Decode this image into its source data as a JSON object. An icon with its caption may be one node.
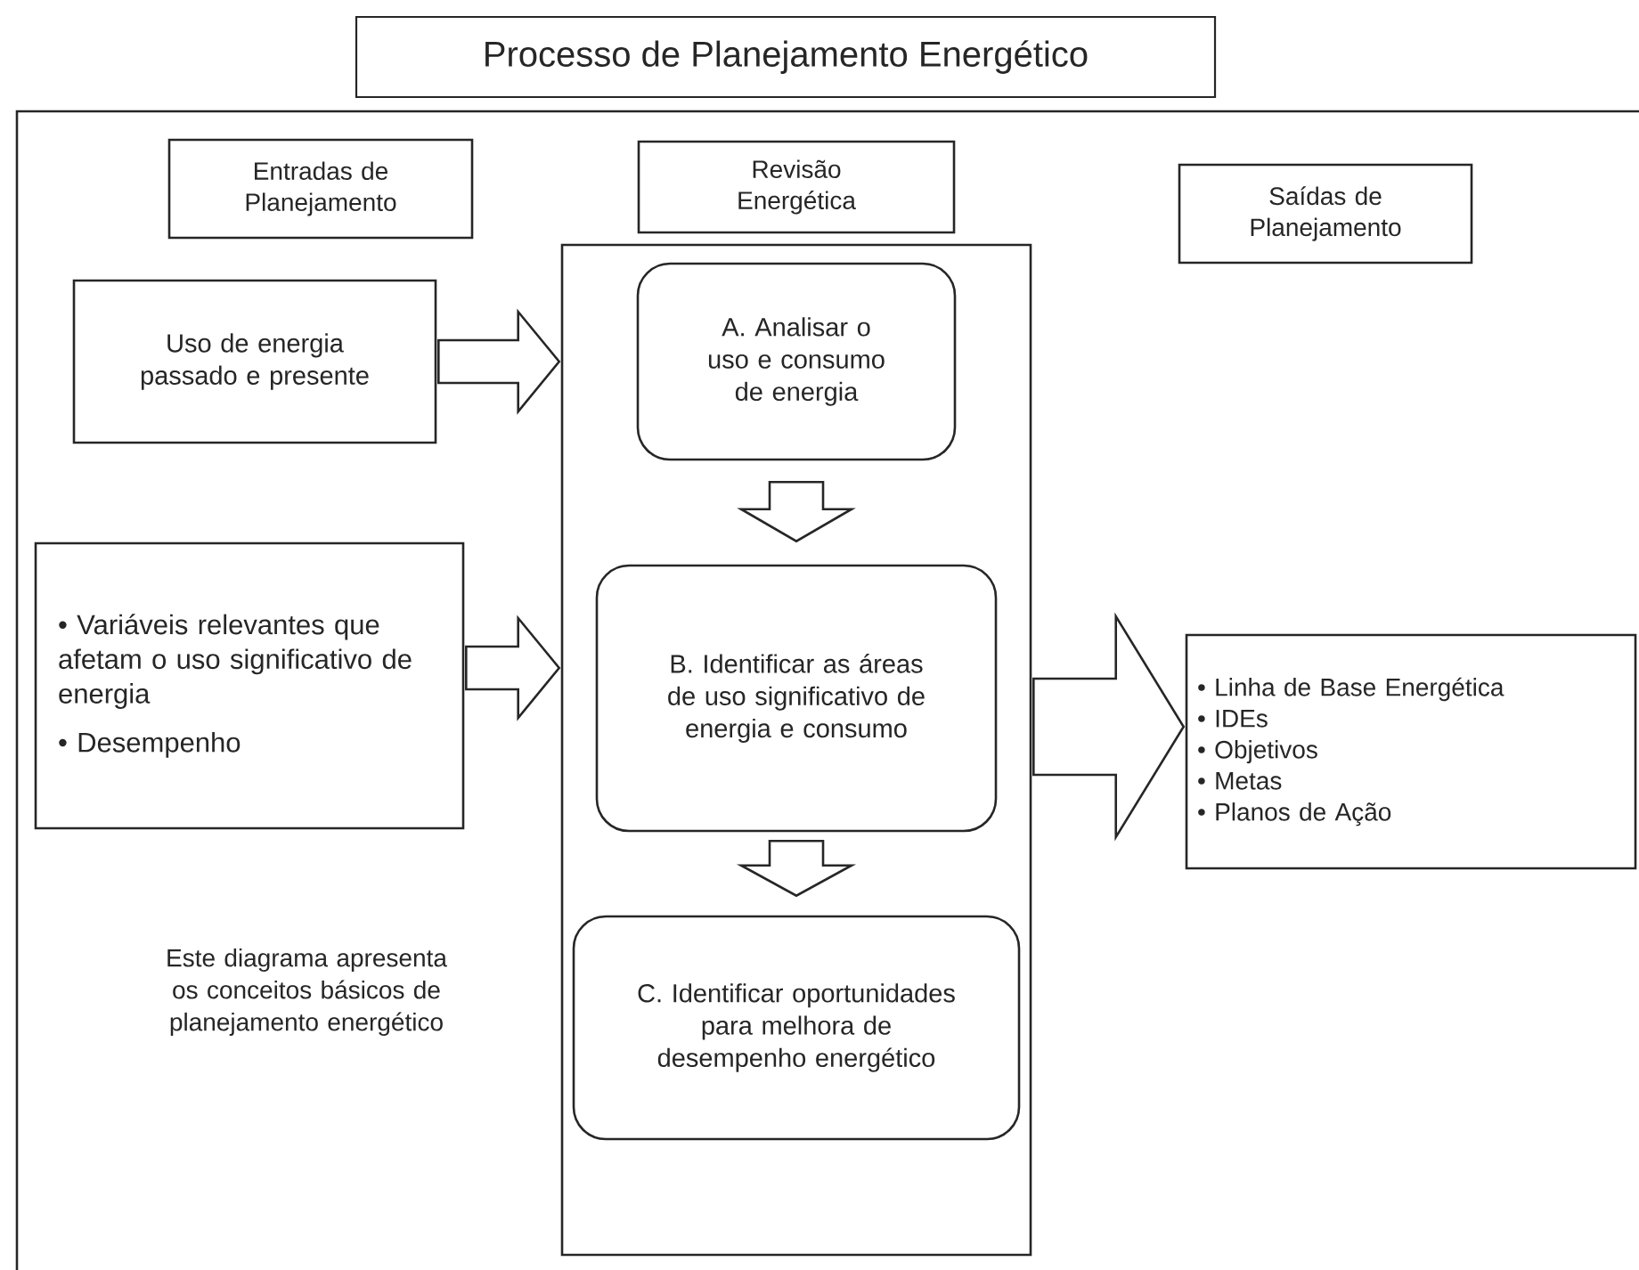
{
  "diagram": {
    "title": "Processo de Planejamento Energético",
    "nodes": [
      {
        "text": [],
        "shape": "box"
      },
      {
        "text": [
          "Entradas de Planejamento"
        ],
        "in": 0
      },
      {
        "text": [
          "Revisão Energética"
        ],
        "in": 0
      },
      {
        "text": [
          "Saídas de Planejamento"
        ],
        "in": 0
      },
      {
        "text": [
          "Uso de energia passado e presente"
        ],
        "in": 0
      },
      {
        "text": [
          "• Variáveis relevantes que afetam o uso significativo de energia",
          "• Desempenho"
        ],
        "in": 0
      },
      {
        "text": [],
        "shape": "box",
        "in": 0
      },
      {
        "text": [
          "A. Analisar o uso e consumo de energia"
        ],
        "in": 6
      },
      {
        "text": [
          "B. Identificar as áreas de uso significativo de energia e consumo"
        ],
        "in": 6
      },
      {
        "text": [
          "C. Identificar oportunidades para melhora de desempenho energético"
        ],
        "in": 6
      },
      {
        "text": [
          "• Linha de Base Energética",
          "• IDEs",
          "• Objetivos",
          "• Metas",
          "• Planos de Ação"
        ],
        "in": 0
      }
    ],
    "edges": [
      {
        "from": 4,
        "to": 6,
        "arrow": "to"
      },
      {
        "from": 5,
        "to": 6,
        "arrow": "to"
      },
      {
        "from": 7,
        "to": 8,
        "arrow": "to"
      },
      {
        "from": 8,
        "to": 9,
        "arrow": "to"
      },
      {
        "from": 6,
        "to": 10,
        "arrow": "to"
      }
    ],
    "labels": [
      "Este diagrama apresenta os conceitos básicos de planejamento energético"
    ]
  }
}
